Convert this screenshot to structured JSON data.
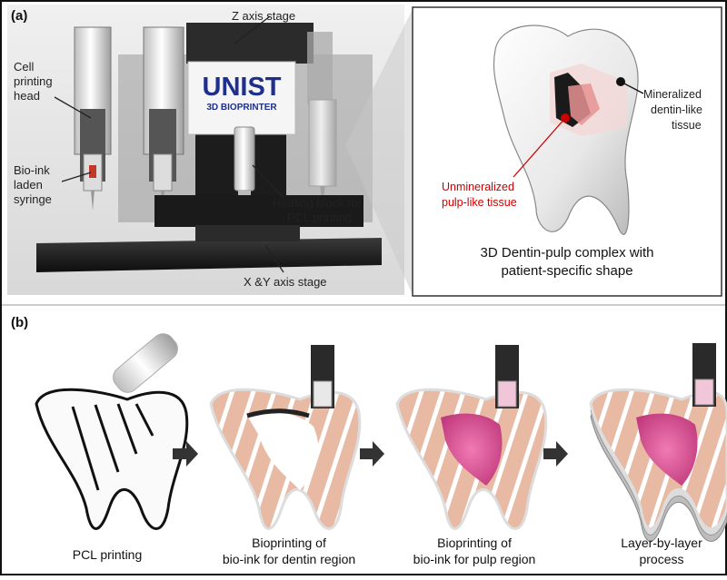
{
  "panel_a": {
    "letter": "(a)",
    "printer_brand": "UNIST",
    "printer_model": "3D BIOPRINTER",
    "labels": {
      "z_axis": "Z axis stage",
      "cell_head_1": "Cell",
      "cell_head_2": "printing",
      "cell_head_3": "head",
      "bioink_1": "Bio-ink",
      "bioink_2": "laden",
      "bioink_3": "syringe",
      "heating_1": "Heating block for",
      "heating_2": "PCL printing",
      "xy_axis": "X &Y axis stage"
    },
    "tooth": {
      "mineralized_1": "Mineralized",
      "mineralized_2": "dentin-like",
      "mineralized_3": "tissue",
      "unmineralized_1": "Unmineralized",
      "unmineralized_2": "pulp-like tissue",
      "caption_1": "3D Dentin-pulp complex with",
      "caption_2": "patient-specific shape"
    }
  },
  "panel_b": {
    "letter": "(b)",
    "steps": [
      {
        "line1": "PCL printing",
        "line2": ""
      },
      {
        "line1": "Bioprinting of",
        "line2": "bio-ink for dentin region"
      },
      {
        "line1": "Bioprinting of",
        "line2": "bio-ink for pulp region"
      },
      {
        "line1": "Layer-by-layer",
        "line2": "process"
      }
    ]
  },
  "colors": {
    "border": "#111111",
    "panel_bg": "#e6e6e6",
    "dark_metal": "#2a2a2a",
    "pulp_red": "#cc0000",
    "pulp_pink": "#e26aa6",
    "dentin_peach": "#e8b9a3",
    "brand_blue": "#1f2f8c"
  }
}
